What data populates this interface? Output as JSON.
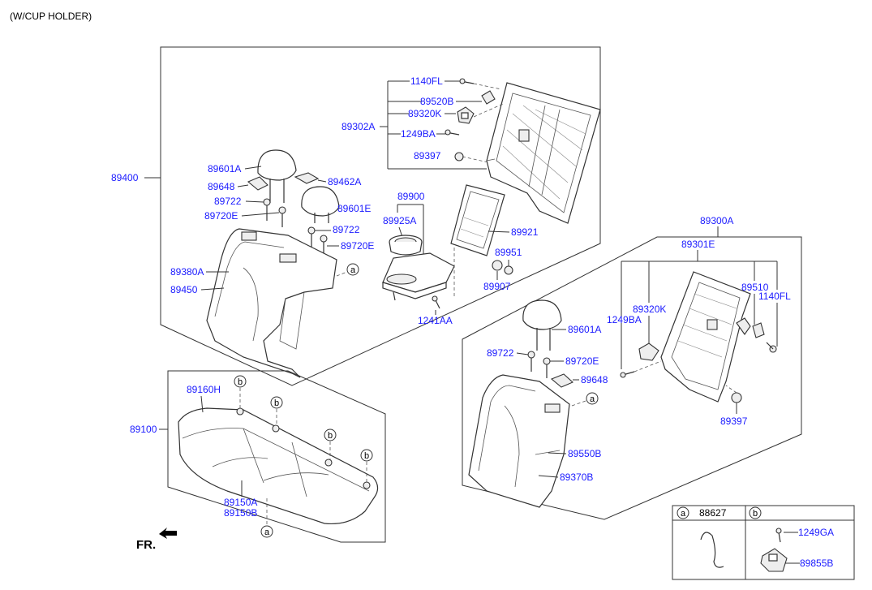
{
  "header": {
    "title": "(W/CUP HOLDER)"
  },
  "labels": {
    "p1140FL_a": "1140FL",
    "p89520B": "89520B",
    "p89320K_a": "89320K",
    "p89302A": "89302A",
    "p1249BA_a": "1249BA",
    "p89397_a": "89397",
    "p89400": "89400",
    "p89601A_a": "89601A",
    "p89462A": "89462A",
    "p89648_a": "89648",
    "p89722_a": "89722",
    "p89720E_a": "89720E",
    "p89601E": "89601E",
    "p89722_b": "89722",
    "p89720E_b": "89720E",
    "p89380A": "89380A",
    "p89450": "89450",
    "p89900": "89900",
    "p89925A": "89925A",
    "p89921": "89921",
    "p89951": "89951",
    "p89907": "89907",
    "p1241AA": "1241AA",
    "p89300A": "89300A",
    "p89301E": "89301E",
    "p89510": "89510",
    "p1140FL_b": "1140FL",
    "p89320K_b": "89320K",
    "p1249BA_b": "1249BA",
    "p89601A_b": "89601A",
    "p89722_c": "89722",
    "p89720E_c": "89720E",
    "p89648_b": "89648",
    "p89397_b": "89397",
    "p89550B": "89550B",
    "p89370B": "89370B",
    "p89160H": "89160H",
    "p89100": "89100",
    "p89150A": "89150A",
    "p89150B": "89150B"
  },
  "callouts": {
    "a": "a",
    "b": "b"
  },
  "legend": {
    "a_letter": "a",
    "a_part": "88627",
    "b_letter": "b",
    "b_part1": "1249GA",
    "b_part2": "89855B"
  },
  "direction": {
    "label": "FR."
  }
}
